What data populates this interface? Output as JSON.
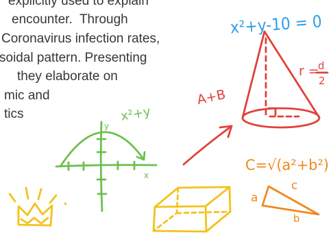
{
  "paragraph": {
    "lines": [
      "explicitly used to explain",
      "encounter.  Through",
      "Coronavirus infection rates,",
      "soidal pattern. Presenting",
      "they elaborate on",
      "mic and",
      "tics"
    ]
  },
  "doodles": {
    "equation": "x²+y-10 = 0",
    "cone_radius": {
      "r": "r =",
      "num": "d",
      "den": "2"
    },
    "sum_label": "A+B",
    "graph_label": "x²+y",
    "graph_axis_x": "x",
    "graph_axis_y": "y",
    "pythagoras": "C=√(a²+b²)",
    "triangle_sides": {
      "a": "a",
      "b": "b",
      "c": "c"
    },
    "icons": [
      "cone-icon",
      "graph-icon",
      "arrow-icon",
      "triangle-icon",
      "crown-icon",
      "prism-icon"
    ]
  },
  "colors": {
    "text": "#363636",
    "blue": "#2f9fe6",
    "red": "#e2403a",
    "green": "#6cbf4e",
    "orange": "#f0881c",
    "yellow": "#f3c21a"
  }
}
